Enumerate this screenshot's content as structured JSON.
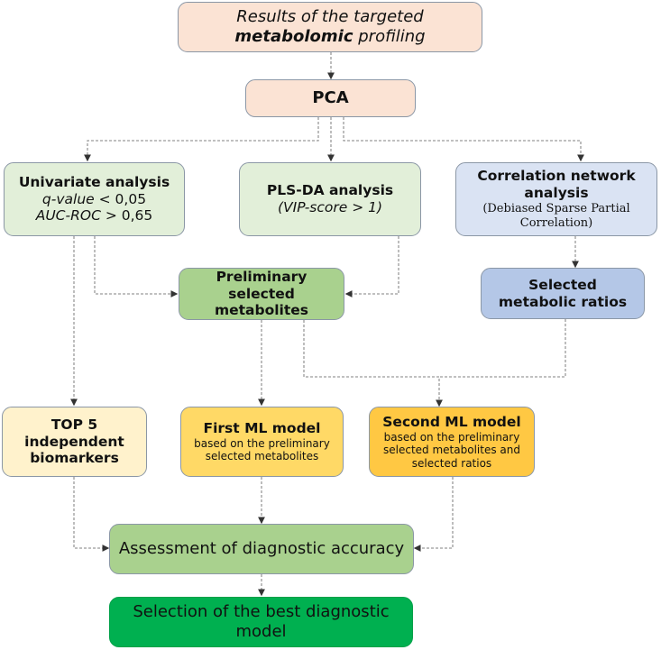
{
  "colors": {
    "peach": "#fbe3d4",
    "light_green": "#e2efd9",
    "light_blue": "#dae3f3",
    "mid_green": "#a9d18e",
    "mid_blue": "#b4c7e7",
    "light_yellow": "#fff2cc",
    "yellow": "#ffd966",
    "gold": "#ffc843",
    "bright_green": "#00b050"
  },
  "nodes": {
    "results": {
      "line1": "Results of the targeted",
      "line2_bold": "metabolomic",
      "line2_rest": " profiling"
    },
    "pca": {
      "label": "PCA"
    },
    "univariate": {
      "title": "Univariate analysis",
      "q_label": "q-value",
      "q_rest": " < 0,05",
      "auc_label": "AUC-ROC",
      "auc_rest": " > 0,65"
    },
    "plsda": {
      "title": "PLS-DA analysis",
      "subtitle": "(VIP-score > 1)"
    },
    "correlation": {
      "title": "Correlation network analysis",
      "subtitle_line1": "(Debiased Sparse Partial",
      "subtitle_line2": "Correlation)"
    },
    "preliminary": {
      "label": "Preliminary selected metabolites"
    },
    "ratios": {
      "label": "Selected metabolic ratios"
    },
    "top5": {
      "line1": "TOP 5",
      "line2": "independent",
      "line3": "biomarkers"
    },
    "first_ml": {
      "title": "First ML model",
      "line1": "based on the preliminary",
      "line2": "selected metabolites"
    },
    "second_ml": {
      "title": "Second ML model",
      "line1": "based on the preliminary",
      "line2": "selected metabolites and",
      "line3": "selected ratios"
    },
    "assessment": {
      "label": "Assessment of diagnostic accuracy"
    },
    "selection": {
      "label": "Selection of the best diagnostic model"
    }
  },
  "edges": [
    {
      "from": "results",
      "to": "pca"
    },
    {
      "from": "pca",
      "to": "univariate"
    },
    {
      "from": "pca",
      "to": "plsda"
    },
    {
      "from": "pca",
      "to": "correlation"
    },
    {
      "from": "univariate",
      "to": "preliminary"
    },
    {
      "from": "plsda",
      "to": "preliminary"
    },
    {
      "from": "correlation",
      "to": "ratios"
    },
    {
      "from": "univariate",
      "to": "top5"
    },
    {
      "from": "preliminary",
      "to": "first_ml"
    },
    {
      "from": "preliminary",
      "to": "second_ml"
    },
    {
      "from": "ratios",
      "to": "second_ml"
    },
    {
      "from": "top5",
      "to": "assessment"
    },
    {
      "from": "first_ml",
      "to": "assessment"
    },
    {
      "from": "second_ml",
      "to": "assessment"
    },
    {
      "from": "assessment",
      "to": "selection"
    }
  ]
}
